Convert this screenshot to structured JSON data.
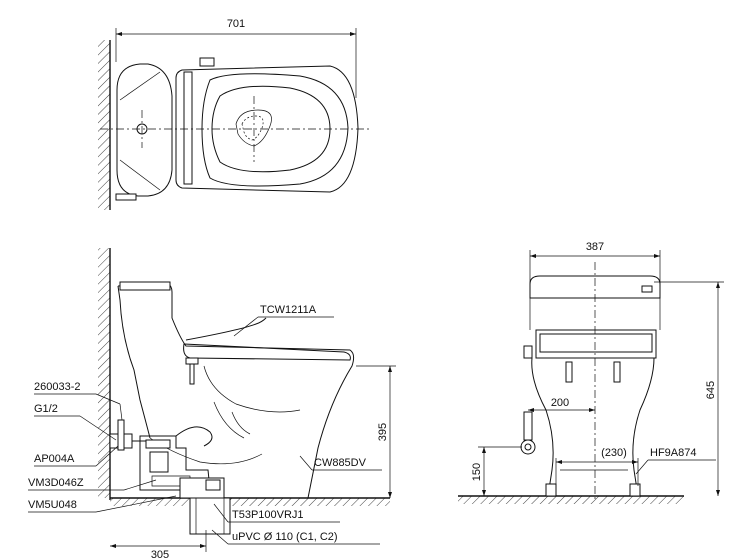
{
  "dimensions": {
    "top_width": "701",
    "front_width": "387",
    "side_height": "395",
    "front_height": "645",
    "front_offset": "200",
    "front_center": "(230)",
    "front_supply_height": "150",
    "side_depth": "305"
  },
  "parts": {
    "seat": "TCW1211A",
    "bowl": "CW885DV",
    "hose": "260033-2",
    "thread": "G1/2",
    "valve": "AP004A",
    "adapter": "VM3D046Z",
    "flange": "VM5U048",
    "outlet": "T53P100VRJ1",
    "pipe": "uPVC Ø 110 (C1, C2)",
    "front_valve": "HF9A874"
  }
}
